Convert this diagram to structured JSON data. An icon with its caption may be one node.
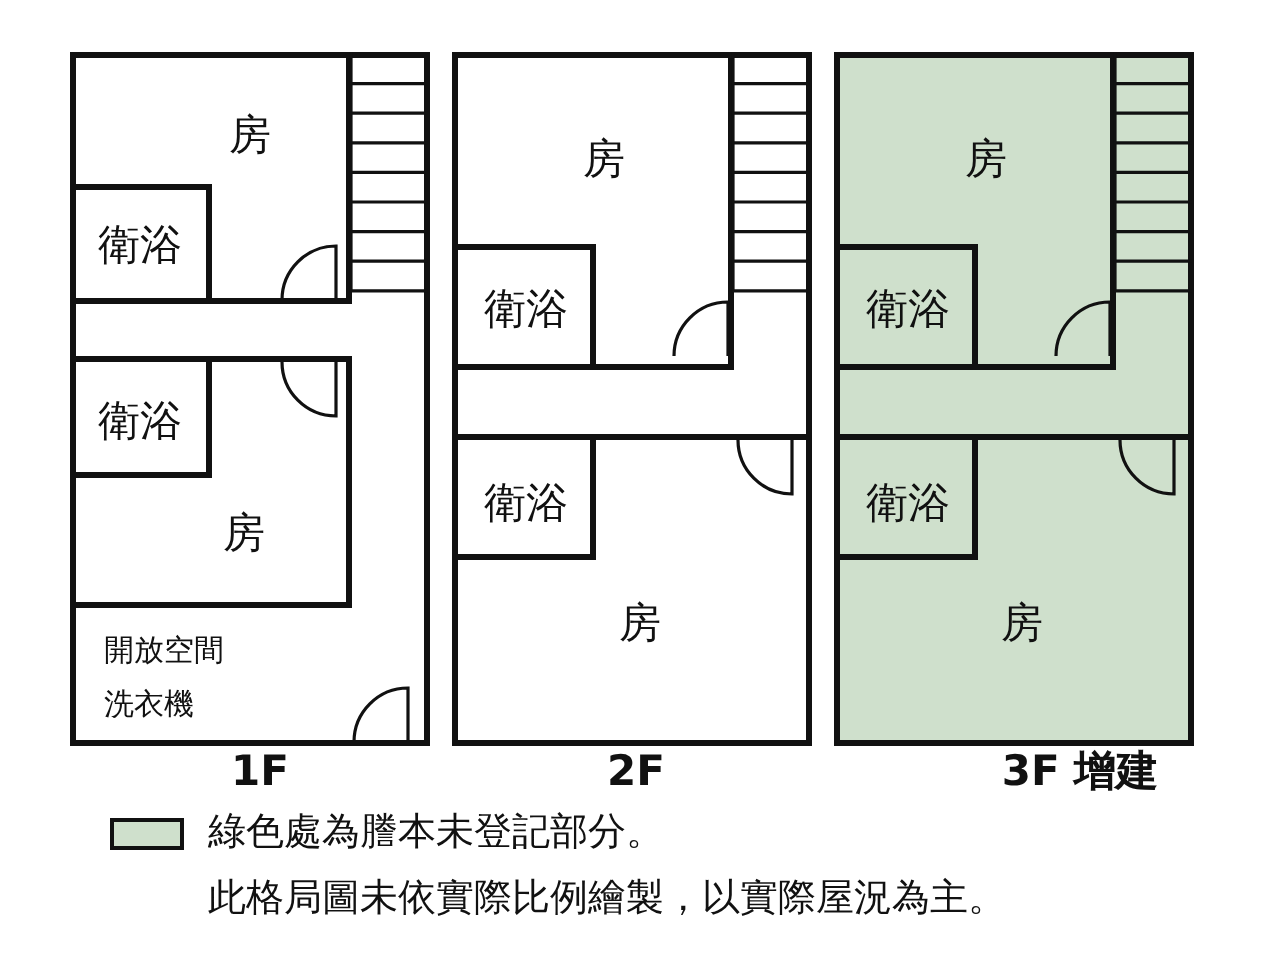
{
  "diagram": {
    "nodes": [
      {
        "text": [
          "1F"
        ]
      },
      {
        "text": [
          "房"
        ],
        "in": 0
      },
      {
        "text": [
          "衛浴"
        ],
        "in": 1
      },
      {
        "text": [
          "房"
        ],
        "in": 0
      },
      {
        "text": [
          "衛浴"
        ],
        "in": 3
      },
      {
        "text": [
          "2F"
        ]
      },
      {
        "text": [
          "房"
        ],
        "in": 5
      },
      {
        "text": [
          "衛浴"
        ],
        "in": 6
      },
      {
        "text": [
          "房"
        ],
        "in": 5
      },
      {
        "text": [
          "衛浴"
        ],
        "in": 8
      },
      {
        "text": [
          "3F 增建"
        ]
      },
      {
        "text": [
          "房"
        ],
        "in": 10
      },
      {
        "text": [
          "衛浴"
        ],
        "in": 11
      },
      {
        "text": [
          "房"
        ],
        "in": 10
      },
      {
        "text": [
          "衛浴"
        ],
        "in": 13
      }
    ],
    "labels": [
      "開放空間",
      "洗衣機",
      "此格局圖未依實際比例繪製，以實際屋況為主。"
    ],
    "legend": [
      {
        "text": "綠色處為謄本未登記部分。",
        "color": "#cfe0cc"
      }
    ]
  }
}
